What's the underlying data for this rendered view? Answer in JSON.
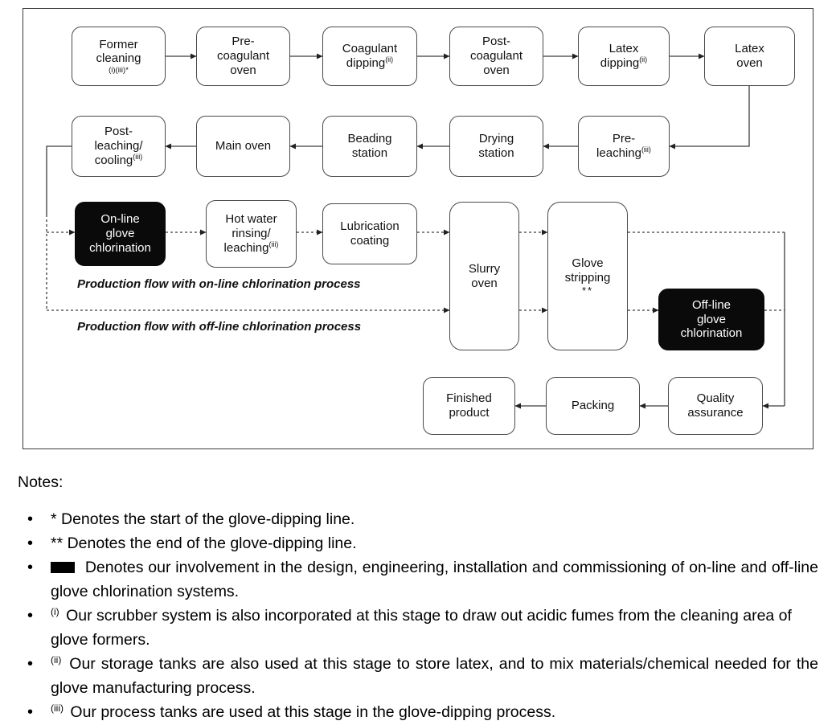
{
  "diagram": {
    "boxes": {
      "former_cleaning": {
        "text": "Former\ncleaning",
        "sup": "(i)(iii)*"
      },
      "pre_coagulant_oven": {
        "text": "Pre-\ncoagulant\noven"
      },
      "coagulant_dipping": {
        "text": "Coagulant\ndipping",
        "sup": "(ii)"
      },
      "post_coagulant_oven": {
        "text": "Post-\ncoagulant\noven"
      },
      "latex_dipping": {
        "text": "Latex\ndipping",
        "sup": "(ii)"
      },
      "latex_oven": {
        "text": "Latex\noven"
      },
      "post_leaching_cooling": {
        "text": "Post-\nleaching/\ncooling",
        "sup": "(iii)"
      },
      "main_oven": {
        "text": "Main oven"
      },
      "beading_station": {
        "text": "Beading\nstation"
      },
      "drying_station": {
        "text": "Drying\nstation"
      },
      "pre_leaching": {
        "text": "Pre-\nleaching",
        "sup": "(iii)"
      },
      "online_glove_chlorination": {
        "text": "On-line\nglove\nchlorination"
      },
      "hot_water_rinsing_leaching": {
        "text": "Hot water\nrinsing/\nleaching",
        "sup": "(iii)"
      },
      "lubrication_coating": {
        "text": "Lubrication\ncoating"
      },
      "slurry_oven": {
        "text": "Slurry\noven"
      },
      "glove_stripping": {
        "text": "Glove\nstripping",
        "sup": "**"
      },
      "offline_glove_chlorination": {
        "text": "Off-line\nglove\nchlorination"
      },
      "finished_product": {
        "text": "Finished\nproduct"
      },
      "packing": {
        "text": "Packing"
      },
      "quality_assurance": {
        "text": "Quality\nassurance"
      }
    },
    "flow_labels": {
      "online": "Production flow with on-line chlorination process",
      "offline": "Production flow with off-line chlorination process"
    },
    "colors": {
      "highlight_box": "#0a0a0a",
      "box_border": "#4a4a4a",
      "line": "#3c3c3c"
    }
  },
  "notes": {
    "heading": "Notes:",
    "item1": "* Denotes the start of the glove-dipping line.",
    "item2": "** Denotes the end of the glove-dipping line.",
    "item3": " Denotes our involvement in the design, engineering, installation and commissioning of on-line and off-line glove chlorination systems.",
    "item4_sup": "(i)",
    "item4": " Our scrubber system is also incorporated at this stage to draw out acidic fumes from the cleaning area of glove formers.",
    "item5_sup": "(ii)",
    "item5": " Our storage tanks are also used at this stage to store latex, and to mix materials/chemical needed for the glove manufacturing process.",
    "item6_sup": "(iii)",
    "item6": " Our process tanks are used at this stage in the glove-dipping process."
  }
}
